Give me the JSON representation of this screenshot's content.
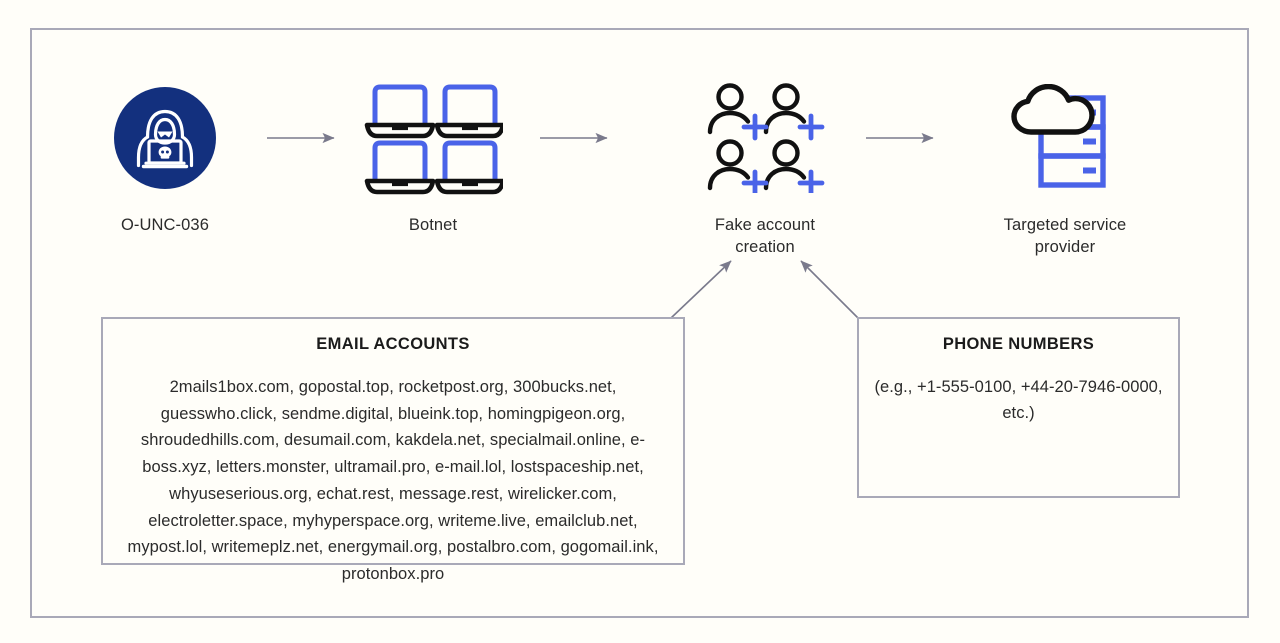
{
  "diagram": {
    "title": "Fake account creation attack flow",
    "background_color": "#fffef9",
    "frame_border_color": "#a9a9b8",
    "arrow_color": "#7a7a8c",
    "accent_blue": "#4a63e8",
    "navy": "#13307e",
    "nodes": [
      {
        "id": "threat-actor",
        "label": "O-UNC-036",
        "icon": "hacker-circle-icon"
      },
      {
        "id": "botnet",
        "label": "Botnet",
        "icon": "laptops-grid-icon"
      },
      {
        "id": "fake-account",
        "label": "Fake account\ncreation",
        "icon": "users-plus-icon"
      },
      {
        "id": "target",
        "label": "Targeted service\nprovider",
        "icon": "cloud-server-icon"
      }
    ],
    "connectors": [
      {
        "id": "threat-actor-to-botnet",
        "from": "threat-actor",
        "to": "botnet",
        "style": "straight-arrow"
      },
      {
        "id": "botnet-to-fake-account",
        "from": "botnet",
        "to": "fake-account",
        "style": "straight-arrow"
      },
      {
        "id": "fake-account-to-target",
        "from": "fake-account",
        "to": "target",
        "style": "straight-arrow"
      },
      {
        "id": "email-accounts-to-fake-account",
        "from": "email-accounts",
        "to": "fake-account",
        "style": "diagonal-arrow"
      },
      {
        "id": "phone-numbers-to-fake-account",
        "from": "phone-numbers",
        "to": "fake-account",
        "style": "diagonal-arrow"
      }
    ],
    "boxes": {
      "email_accounts": {
        "title": "EMAIL ACCOUNTS",
        "lines": [
          "2mails1box.com, gopostal.top, rocketpost.org, 300bucks.net,",
          "guesswho.click, sendme.digital, blueink.top, homingpigeon.org,",
          "shroudedhills.com, desumail.com, kakdela.net, specialmail.online,",
          "e-boss.xyz, letters.monster, ultramail.pro, e-mail.lol,",
          "lostspaceship.net, whyuseserious.org, echat.rest, message.rest,",
          "wirelicker.com, electroletter.space, myhyperspace.org,",
          "writeme.live, emailclub.net, mypost.lol, writemeplz.net,",
          "energymail.org, postalbro.com, gogomail.ink, protonbox.pro"
        ],
        "body": "2mails1box.com, gopostal.top, rocketpost.org, 300bucks.net,\nguesswho.click, sendme.digital, blueink.top, homingpigeon.org,\nshroudedhills.com, desumail.com, kakdela.net, specialmail.online,\ne-boss.xyz, letters.monster, ultramail.pro, e-mail.lol,\nlostspaceship.net, whyuseserious.org, echat.rest, message.rest,\nwirelicker.com, electroletter.space, myhyperspace.org,\nwriteme.live, emailclub.net, mypost.lol, writemeplz.net,\nenergymail.org, postalbro.com, gogomail.ink, protonbox.pro",
        "domains": [
          "2mails1box.com",
          "gopostal.top",
          "rocketpost.org",
          "300bucks.net",
          "guesswho.click",
          "sendme.digital",
          "blueink.top",
          "homingpigeon.org",
          "shroudedhills.com",
          "desumail.com",
          "kakdela.net",
          "specialmail.online",
          "e-boss.xyz",
          "letters.monster",
          "ultramail.pro",
          "e-mail.lol",
          "lostspaceship.net",
          "whyuseserious.org",
          "echat.rest",
          "message.rest",
          "wirelicker.com",
          "electroletter.space",
          "myhyperspace.org",
          "writeme.live",
          "emailclub.net",
          "mypost.lol",
          "writemeplz.net",
          "energymail.org",
          "postalbro.com",
          "gogomail.ink",
          "protonbox.pro"
        ]
      },
      "phone_numbers": {
        "title": "PHONE NUMBERS",
        "body": "(e.g., +1-555-0100,\n+44-20-7946-0000, etc.)",
        "examples": [
          "+1-555-0100",
          "+44-20-7946-0000"
        ]
      }
    }
  }
}
